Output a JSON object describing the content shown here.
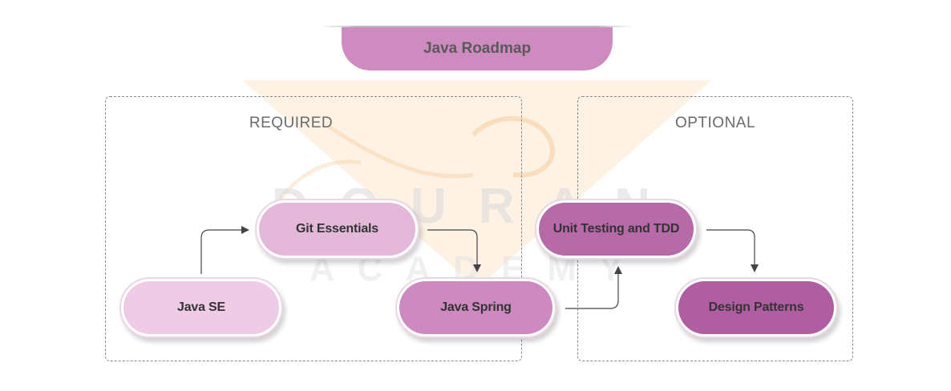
{
  "title": "Java Roadmap",
  "groups": {
    "required": "REQUIRED",
    "optional": "OPTIONAL"
  },
  "nodes": {
    "java_se": "Java SE",
    "git_essentials": "Git Essentials",
    "java_spring": "Java Spring",
    "unit_testing": "Unit Testing and TDD",
    "design_patterns": "Design Patterns"
  },
  "watermark": {
    "line1": "DOURAN",
    "line2": "ACADEMY"
  },
  "colors": {
    "title_tab": "#cd8bbf",
    "java_se": "#f0cbe6",
    "git_essentials": "#e3b8d8",
    "java_spring": "#cc8ac0",
    "unit_testing": "#b66aa7",
    "design_patterns": "#b05ea2",
    "watermark_orange": "#f6a74a"
  }
}
